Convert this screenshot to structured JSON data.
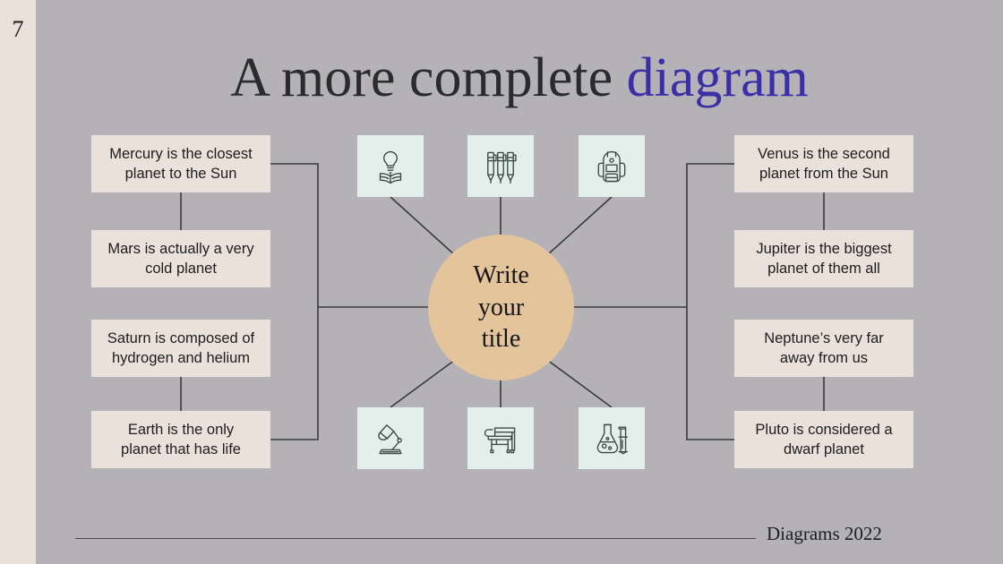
{
  "slide": {
    "page_number": "7",
    "background_color": "#b4b2b6",
    "sidebar_color": "#eae1db",
    "box_color": "#eae1db",
    "tile_color": "#e3efea",
    "circle_color": "#e3c49b",
    "accent_color": "#3b2fa8",
    "line_color": "#3a3a3a"
  },
  "title": {
    "plain": "A more complete ",
    "accent": "diagram"
  },
  "center": {
    "line1": "Write",
    "line2": "your",
    "line3": "title"
  },
  "left_boxes": [
    {
      "line1": "Mercury is the closest",
      "line2": "planet to the Sun"
    },
    {
      "line1": "Mars is actually a very",
      "line2": "cold planet"
    },
    {
      "line1": "Saturn is composed of",
      "line2": "hydrogen and helium"
    },
    {
      "line1": "Earth is the only",
      "line2": "planet that has life"
    }
  ],
  "right_boxes": [
    {
      "line1": "Venus is the second",
      "line2": "planet from the Sun"
    },
    {
      "line1": "Jupiter is the biggest",
      "line2": "planet of them all"
    },
    {
      "line1": "Neptune’s very far",
      "line2": "away from us"
    },
    {
      "line1": "Pluto is considered a",
      "line2": "dwarf planet"
    }
  ],
  "icons": {
    "top": [
      "lightbulb-book-icon",
      "pens-icon",
      "backpack-icon"
    ],
    "bottom": [
      "desk-lamp-icon",
      "school-desk-icon",
      "flask-test-tube-icon"
    ]
  },
  "footer": {
    "text": "Diagrams 2022"
  }
}
